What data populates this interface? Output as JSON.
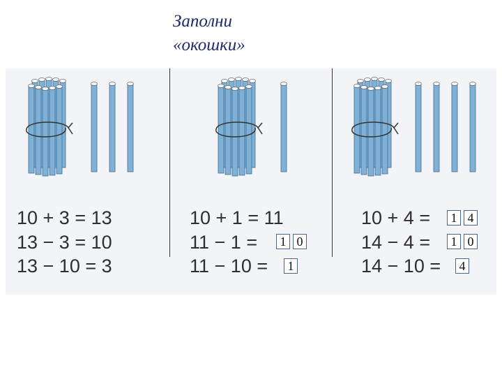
{
  "title": {
    "line1": "Заполни",
    "line2": "«окошки»"
  },
  "columns": [
    {
      "loose_sticks": 3,
      "equations": [
        "10 + 3 = 13",
        "13 − 3 = 10",
        "13 − 10 = 3"
      ]
    },
    {
      "loose_sticks": 1,
      "equations": [
        "10 + 1 = 11",
        "11 − 1 =",
        "11 − 10 ="
      ],
      "answers": {
        "row2": [
          "1",
          "0"
        ],
        "row3": [
          "1"
        ]
      }
    },
    {
      "loose_sticks": 4,
      "equations": [
        "10 + 4 =",
        "14 − 4 =",
        "14 − 10 ="
      ],
      "answers": {
        "row1": [
          "1",
          "4"
        ],
        "row2": [
          "1",
          "0"
        ],
        "row3": [
          "4"
        ]
      }
    }
  ],
  "colors": {
    "stick": "#7fb0d6",
    "title": "#1f2a6b",
    "box_border": "#4a6590"
  }
}
